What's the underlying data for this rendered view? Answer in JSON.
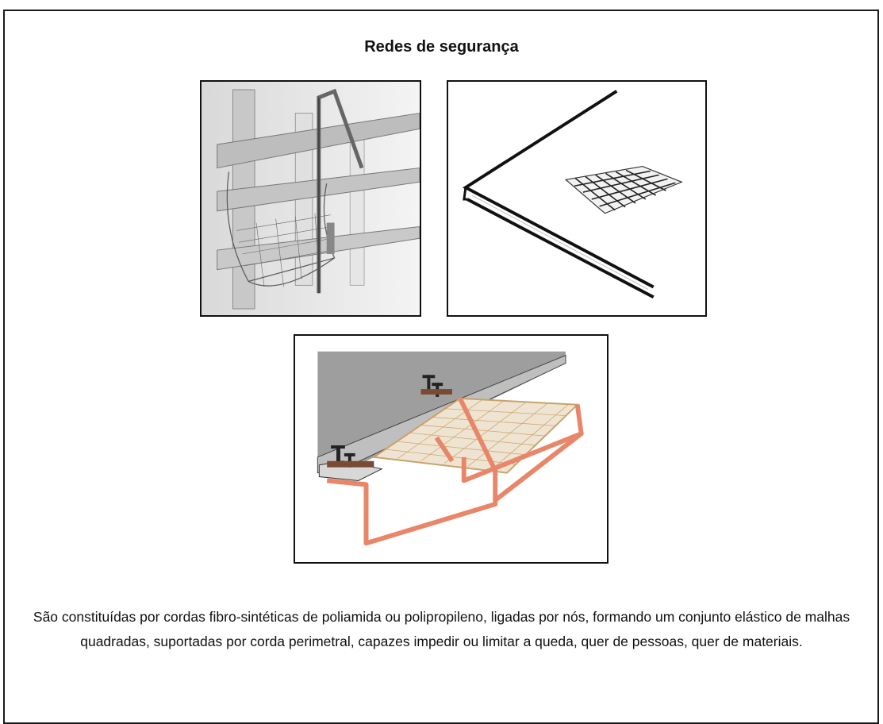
{
  "page": {
    "title": "Redes de segurança",
    "description": "São constituídas por cordas fibro-sintéticas de poliamida ou polipropileno, ligadas por nós, formando um conjunto elástico de malhas quadradas, suportadas por corda perimetral, capazes impedir ou limitar a queda, quer de pessoas, quer de materiais."
  },
  "figures": [
    {
      "icon": "building-facade-safety-net-illustration"
    },
    {
      "icon": "slab-corner-net-illustration"
    },
    {
      "icon": "cantilever-net-bracket-illustration"
    }
  ],
  "colors": {
    "border": "#1a1a1a",
    "bracket": "#e8866a",
    "net": "#c9a26b",
    "slab": "#9a9a9a"
  }
}
